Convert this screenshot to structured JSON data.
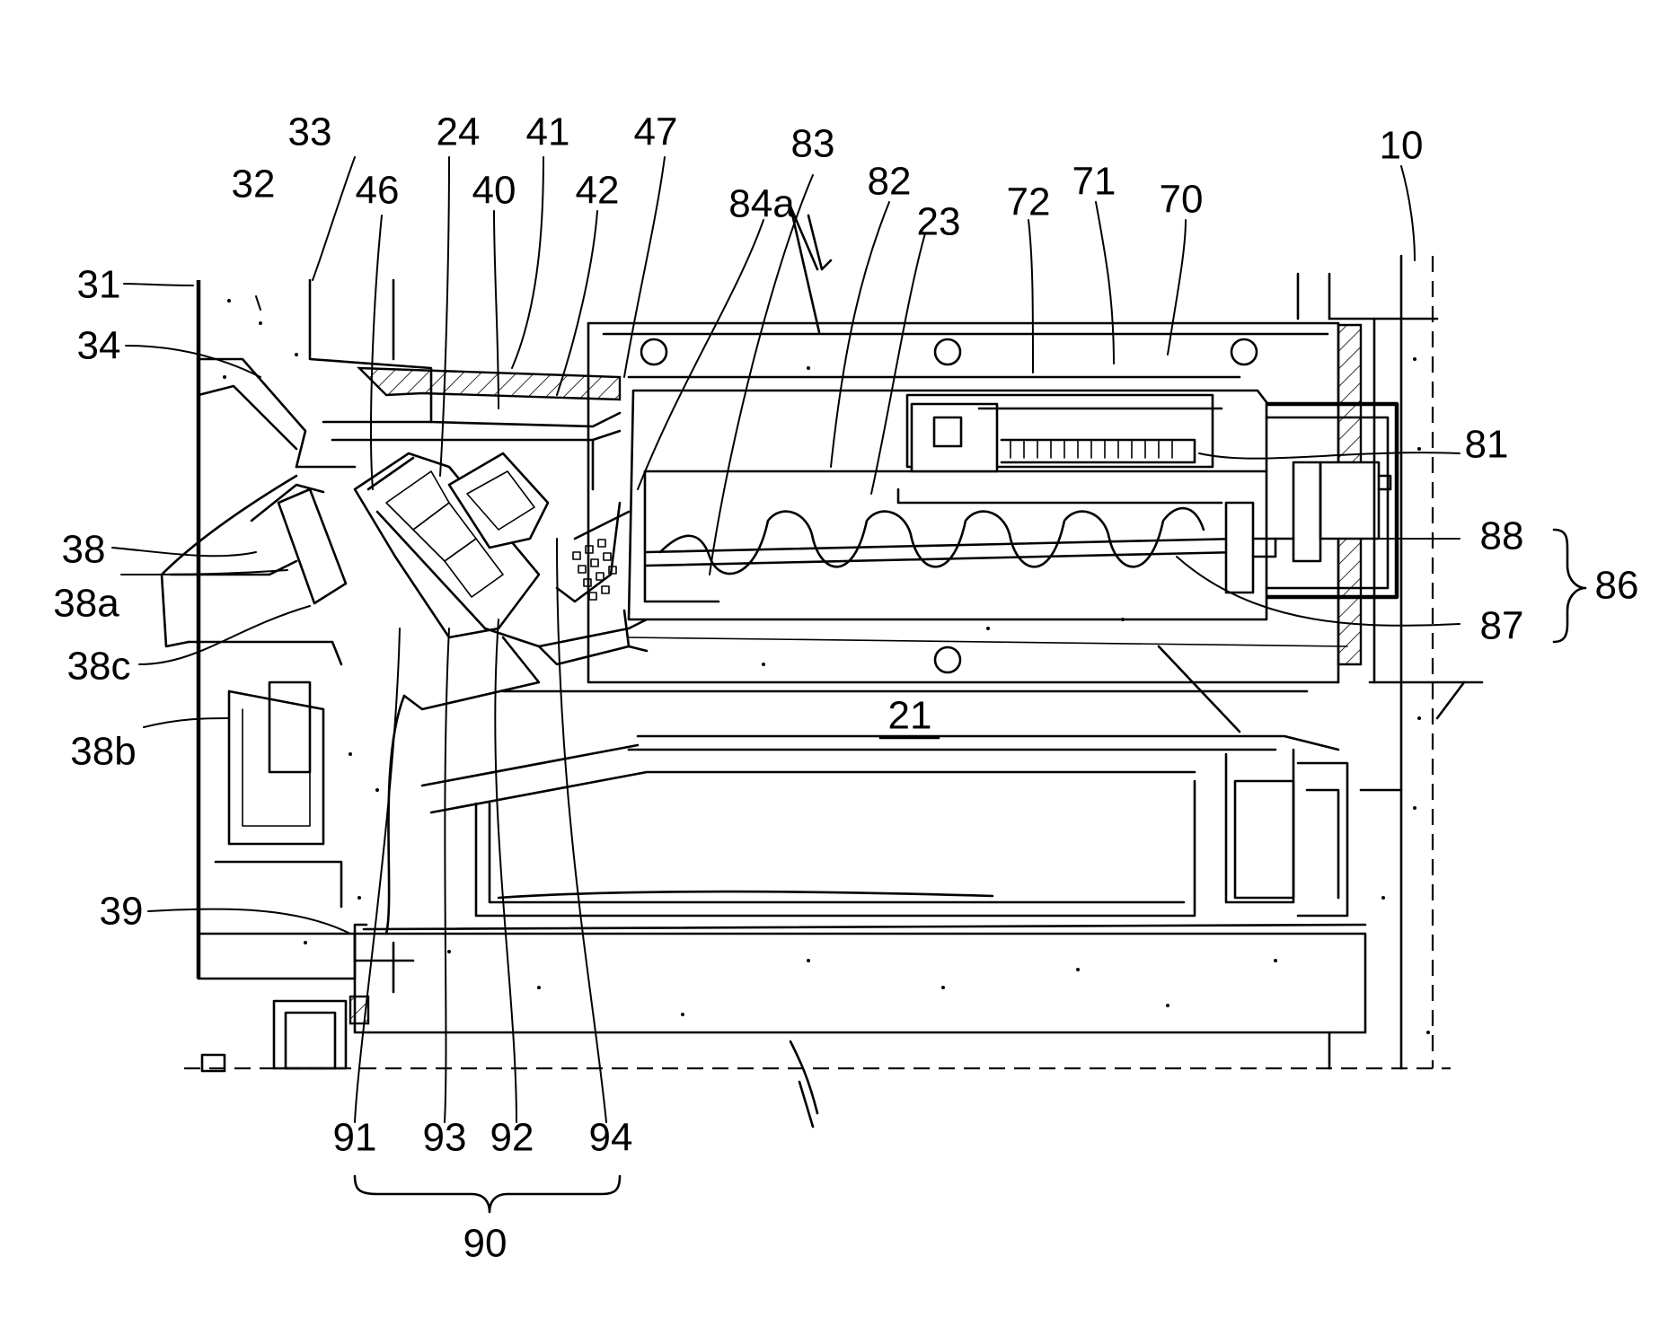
{
  "labels": {
    "l10": "10",
    "l21": "21",
    "l23": "23",
    "l24": "24",
    "l31": "31",
    "l32": "32",
    "l33": "33",
    "l34": "34",
    "l38": "38",
    "l38a": "38a",
    "l38b": "38b",
    "l38c": "38c",
    "l39": "39",
    "l40": "40",
    "l41": "41",
    "l42": "42",
    "l46": "46",
    "l47": "47",
    "l70": "70",
    "l71": "71",
    "l72": "72",
    "l81": "81",
    "l82": "82",
    "l83": "83",
    "l84a": "84a",
    "l86": "86",
    "l87": "87",
    "l88": "88",
    "l90": "90",
    "l91": "91",
    "l92": "92",
    "l93": "93",
    "l94": "94"
  }
}
